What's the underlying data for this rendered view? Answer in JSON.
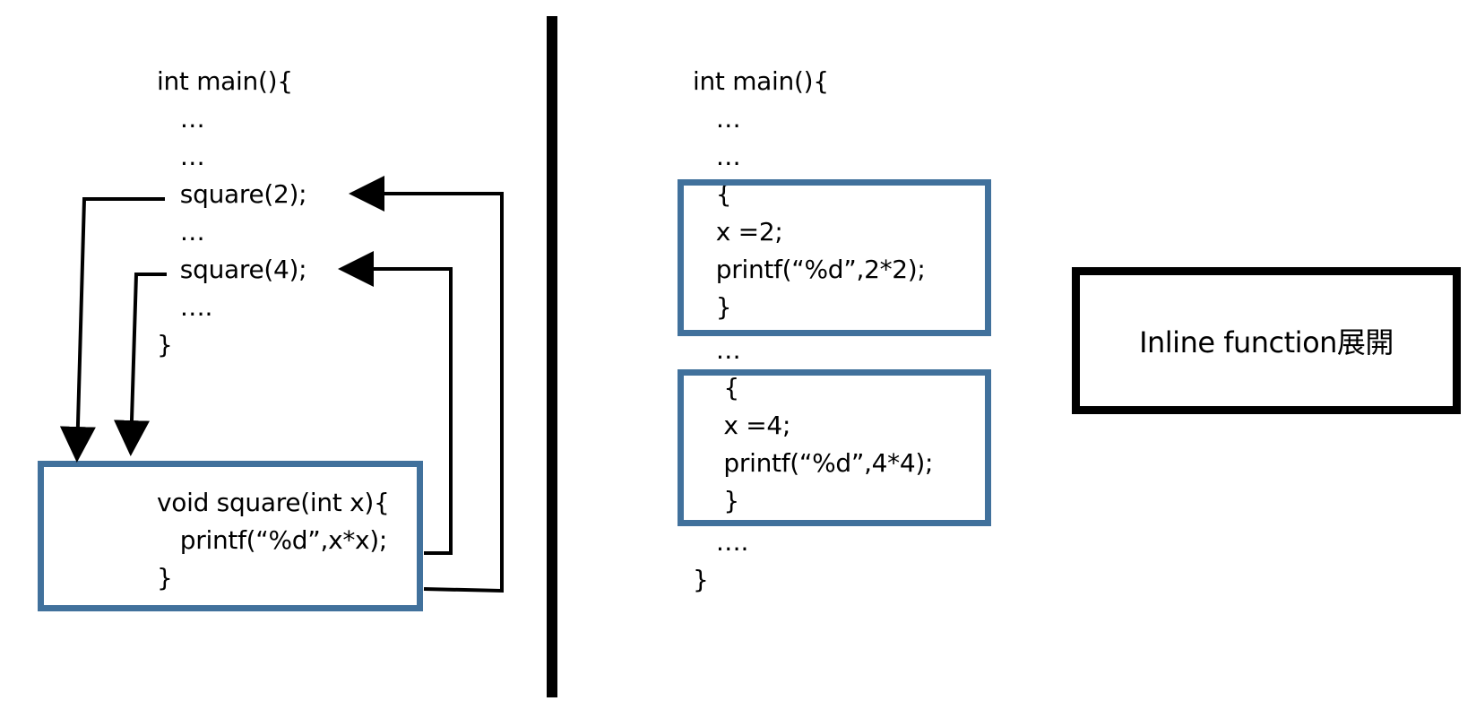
{
  "colors": {
    "box_border": "#41719C",
    "arrow": "#000000",
    "divider": "#000000",
    "caption_border": "#000000"
  },
  "left": {
    "main_lines": [
      "int main(){",
      "   …",
      "   …",
      "   square(2);",
      "   …",
      "   square(4);",
      "   ….",
      "}"
    ],
    "function_lines": [
      "void square(int x){",
      "   printf(“%d”,x*x);",
      "}"
    ]
  },
  "right": {
    "main_lines": [
      "int main(){",
      "   …",
      "   …",
      "   {",
      "   x =2;",
      "   printf(“%d”,2*2);",
      "   }",
      "   …",
      "    {",
      "    x =4;",
      "    printf(“%d”,4*4);",
      "    }",
      "   ….",
      "}"
    ]
  },
  "caption": {
    "text": "Inline function展開"
  }
}
